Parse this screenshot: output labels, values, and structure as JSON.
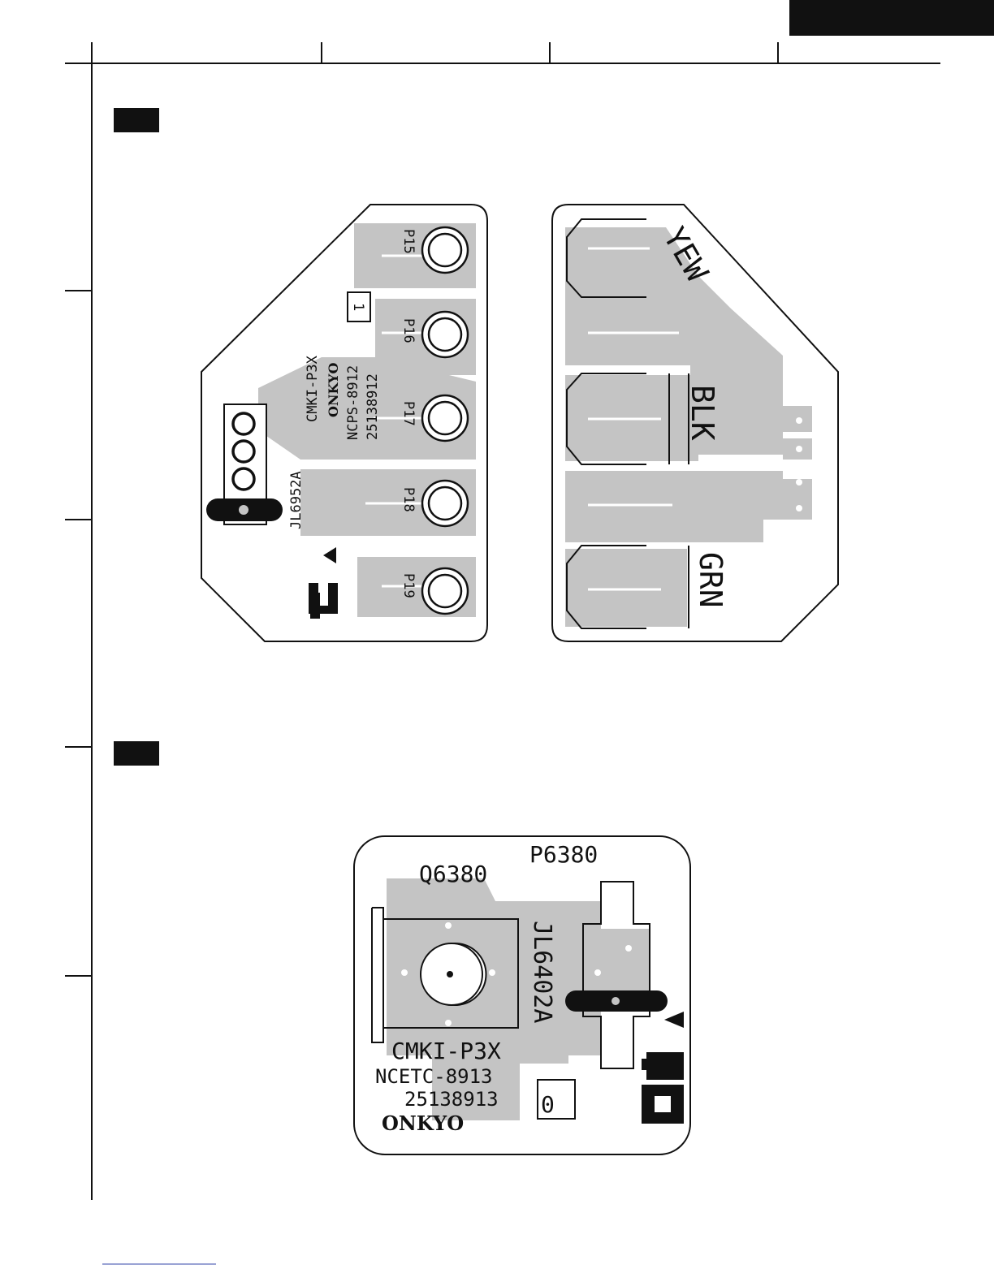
{
  "colors": {
    "ink": "#111111",
    "copper": "#c4c4c4",
    "paper": "#ffffff"
  },
  "board_ps": {
    "pads": [
      "P15",
      "P16",
      "P17",
      "P18",
      "P19"
    ],
    "model": "CMKI-P3X",
    "brand": "ONKYO",
    "part_code": "NCPS-8912",
    "serial": "25138912",
    "connector": "JL6952A",
    "layer_mark": "1",
    "wire_labels": [
      "YEW",
      "BLK",
      "GRN"
    ],
    "logo": "ul-recognized-logo"
  },
  "board_etc": {
    "transistor": "Q6380",
    "pad": "P6380",
    "connector": "JL6402A",
    "model": "CMKI-P3X",
    "part_code": "NCETC-8913",
    "serial": "25138913",
    "brand": "ONKYO",
    "layer_mark": "0",
    "logo": "ul-recognized-logo"
  }
}
